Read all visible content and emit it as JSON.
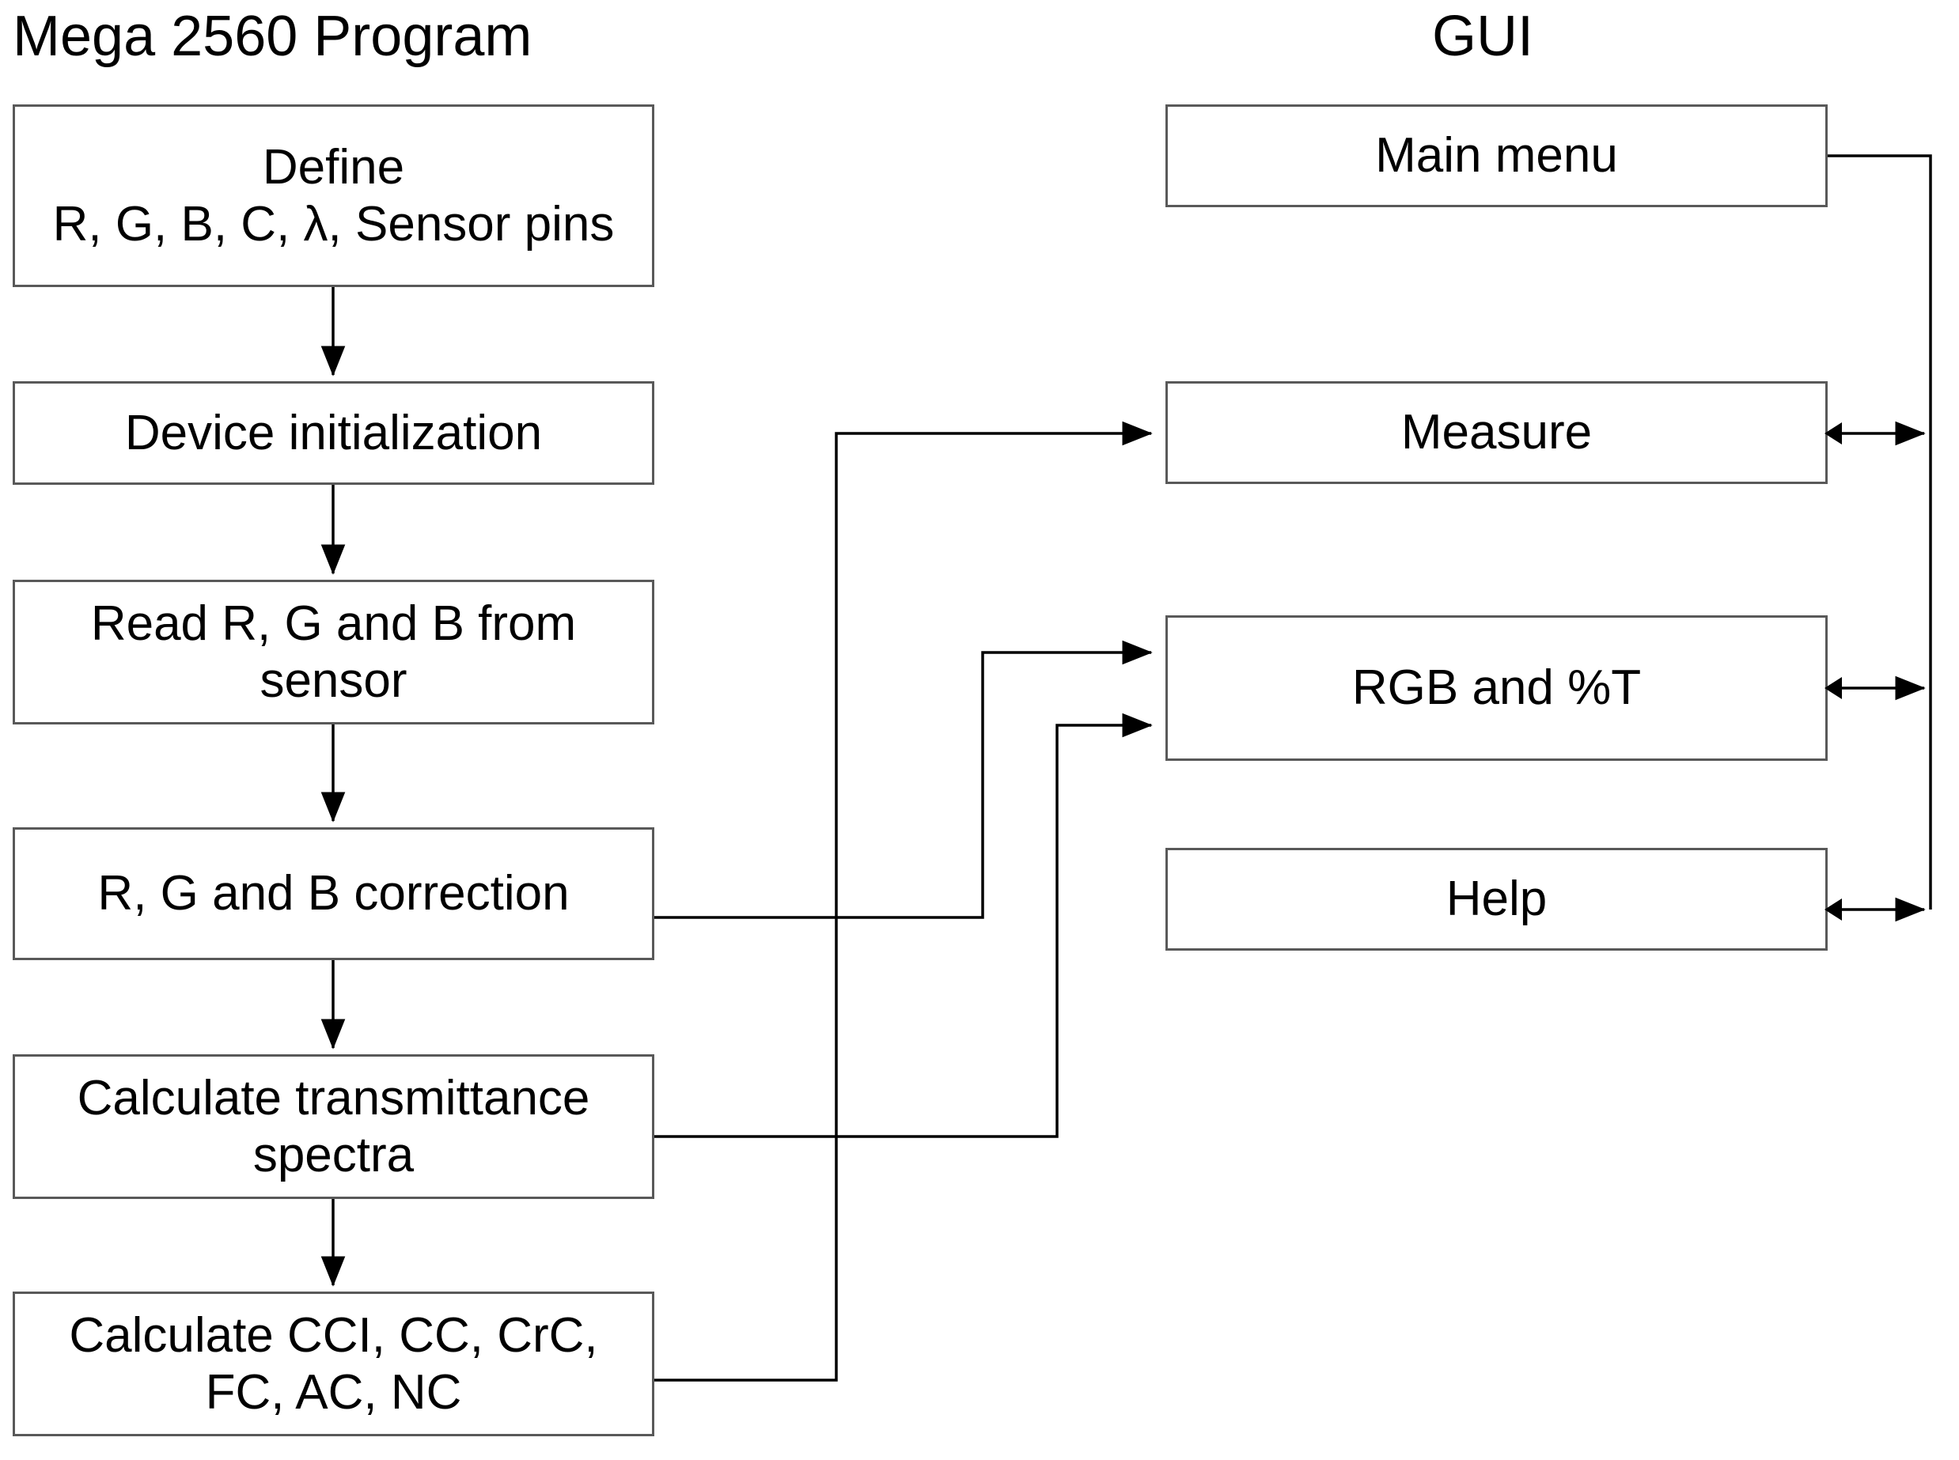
{
  "diagram": {
    "type": "flowchart",
    "columns": [
      {
        "id": "mega",
        "title": "Mega 2560 Program"
      },
      {
        "id": "gui",
        "title": "GUI"
      }
    ],
    "left_column": {
      "title": "Mega 2560 Program",
      "nodes": [
        {
          "id": "define",
          "label": "Define\nR, G, B, C, λ, Sensor pins",
          "line1": "Define",
          "line2": "R, G, B, C, λ, Sensor pins"
        },
        {
          "id": "device-init",
          "label": "Device initialization"
        },
        {
          "id": "read-rgb",
          "label": "Read R, G and B from sensor"
        },
        {
          "id": "rgb-correction",
          "label": "R, G and B correction"
        },
        {
          "id": "calc-transmittance",
          "label": "Calculate transmittance spectra"
        },
        {
          "id": "calc-indices",
          "label": "Calculate CCI, CC, CrC, FC, AC, NC"
        }
      ]
    },
    "right_column": {
      "title": "GUI",
      "nodes": [
        {
          "id": "main-menu",
          "label": "Main menu"
        },
        {
          "id": "measure",
          "label": "Measure"
        },
        {
          "id": "rgb-and-t",
          "label": "RGB and %T"
        },
        {
          "id": "help",
          "label": "Help"
        }
      ]
    },
    "flow_edges": [
      {
        "from": "define",
        "to": "device-init",
        "style": "arrow-down"
      },
      {
        "from": "device-init",
        "to": "read-rgb",
        "style": "arrow-down"
      },
      {
        "from": "read-rgb",
        "to": "rgb-correction",
        "style": "arrow-down"
      },
      {
        "from": "rgb-correction",
        "to": "calc-transmittance",
        "style": "arrow-down"
      },
      {
        "from": "calc-transmittance",
        "to": "calc-indices",
        "style": "arrow-down"
      }
    ],
    "cross_edges": [
      {
        "from": "calc-indices",
        "to": "measure",
        "style": "single-arrow"
      },
      {
        "from": "rgb-correction",
        "to": "rgb-and-t",
        "style": "single-arrow"
      },
      {
        "from": "calc-transmittance",
        "to": "rgb-and-t",
        "style": "single-arrow"
      },
      {
        "from": "main-menu",
        "to": "measure",
        "style": "double-arrow"
      },
      {
        "from": "main-menu",
        "to": "rgb-and-t",
        "style": "double-arrow"
      },
      {
        "from": "main-menu",
        "to": "help",
        "style": "double-arrow"
      }
    ],
    "colors": {
      "box_border": "#595959",
      "box_fill": "#FFFFFF",
      "line": "#000000",
      "text": "#000000",
      "background": "#FFFFFF"
    }
  }
}
